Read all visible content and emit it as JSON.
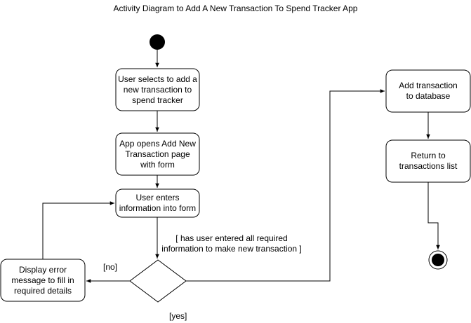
{
  "title": "Activity Diagram to Add A New Transaction To Spend Tracker App",
  "nodes": {
    "select_add": "User selects to add a new transaction to spend tracker",
    "open_page": "App opens Add New Transaction page with form",
    "enter_info": "User enters information into form",
    "display_error": "Display error message to fill in required details",
    "add_db": "Add transaction to database",
    "return_list": "Return to transactions list"
  },
  "guards": {
    "condition": "[ has user entered all required information to make new transaction ]",
    "no": "[no]",
    "yes": "[yes]"
  },
  "colors": {
    "stroke": "#000000",
    "fill": "#ffffff",
    "initial": "#000000"
  }
}
